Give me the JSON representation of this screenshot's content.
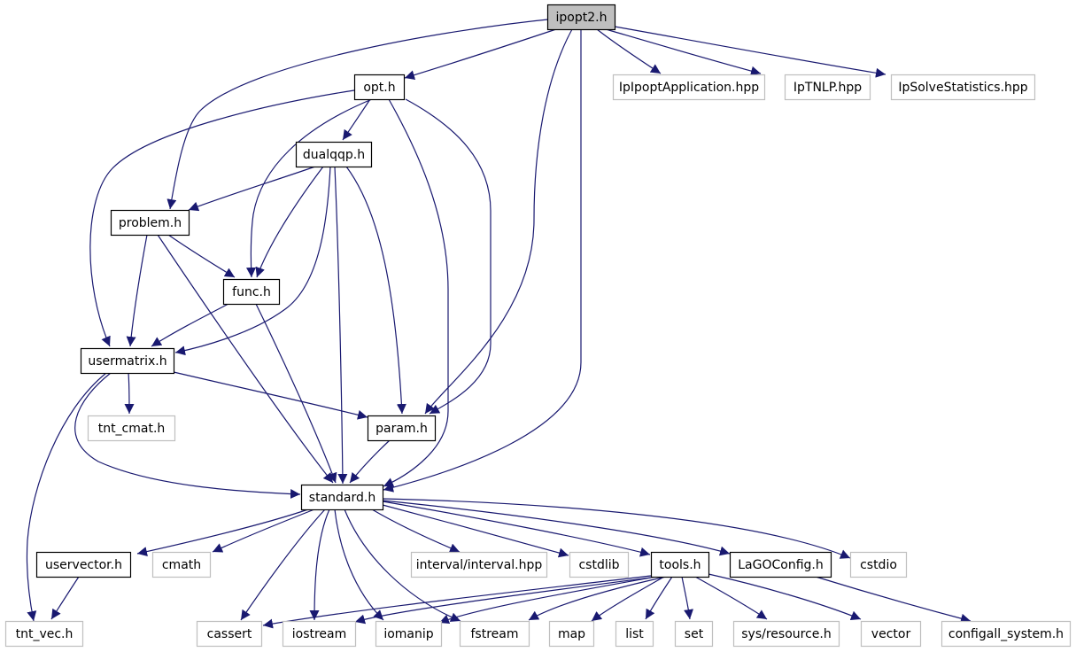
{
  "diagram": {
    "type": "include-dependency-graph",
    "colors": {
      "edge": "#191970",
      "root_fill": "#bfbfbf",
      "root_border": "#000000",
      "documented_border": "#000000",
      "external_border": "#bfbfbf",
      "external_text": "#000000"
    },
    "nodes": [
      {
        "id": "ipopt2",
        "label": "ipopt2.h",
        "kind": "root"
      },
      {
        "id": "opt",
        "label": "opt.h",
        "kind": "documented"
      },
      {
        "id": "ipipoptapp",
        "label": "IpIpoptApplication.hpp",
        "kind": "external"
      },
      {
        "id": "iptnlp",
        "label": "IpTNLP.hpp",
        "kind": "external"
      },
      {
        "id": "ipsolvestat",
        "label": "IpSolveStatistics.hpp",
        "kind": "external"
      },
      {
        "id": "dualqqp",
        "label": "dualqqp.h",
        "kind": "documented"
      },
      {
        "id": "problem",
        "label": "problem.h",
        "kind": "documented"
      },
      {
        "id": "func",
        "label": "func.h",
        "kind": "documented"
      },
      {
        "id": "usermatrix",
        "label": "usermatrix.h",
        "kind": "documented"
      },
      {
        "id": "tnt_cmat",
        "label": "tnt_cmat.h",
        "kind": "external"
      },
      {
        "id": "param",
        "label": "param.h",
        "kind": "documented"
      },
      {
        "id": "standard",
        "label": "standard.h",
        "kind": "documented"
      },
      {
        "id": "uservector",
        "label": "uservector.h",
        "kind": "documented"
      },
      {
        "id": "cmath",
        "label": "cmath",
        "kind": "external"
      },
      {
        "id": "interval",
        "label": "interval/interval.hpp",
        "kind": "external"
      },
      {
        "id": "cstdlib",
        "label": "cstdlib",
        "kind": "external"
      },
      {
        "id": "tools",
        "label": "tools.h",
        "kind": "documented"
      },
      {
        "id": "lagoconfig",
        "label": "LaGOConfig.h",
        "kind": "documented"
      },
      {
        "id": "cstdio",
        "label": "cstdio",
        "kind": "external"
      },
      {
        "id": "tnt_vec",
        "label": "tnt_vec.h",
        "kind": "external"
      },
      {
        "id": "cassert",
        "label": "cassert",
        "kind": "external"
      },
      {
        "id": "iostream",
        "label": "iostream",
        "kind": "external"
      },
      {
        "id": "iomanip",
        "label": "iomanip",
        "kind": "external"
      },
      {
        "id": "fstream",
        "label": "fstream",
        "kind": "external"
      },
      {
        "id": "map",
        "label": "map",
        "kind": "external"
      },
      {
        "id": "list",
        "label": "list",
        "kind": "external"
      },
      {
        "id": "set",
        "label": "set",
        "kind": "external"
      },
      {
        "id": "sysresource",
        "label": "sys/resource.h",
        "kind": "external"
      },
      {
        "id": "vector",
        "label": "vector",
        "kind": "external"
      },
      {
        "id": "configall",
        "label": "configall_system.h",
        "kind": "external"
      }
    ],
    "edges": [
      {
        "from": "ipopt2",
        "to": "opt"
      },
      {
        "from": "ipopt2",
        "to": "problem"
      },
      {
        "from": "ipopt2",
        "to": "param"
      },
      {
        "from": "ipopt2",
        "to": "standard"
      },
      {
        "from": "ipopt2",
        "to": "ipipoptapp"
      },
      {
        "from": "ipopt2",
        "to": "iptnlp"
      },
      {
        "from": "ipopt2",
        "to": "ipsolvestat"
      },
      {
        "from": "opt",
        "to": "dualqqp"
      },
      {
        "from": "opt",
        "to": "usermatrix"
      },
      {
        "from": "opt",
        "to": "func"
      },
      {
        "from": "opt",
        "to": "standard"
      },
      {
        "from": "opt",
        "to": "param"
      },
      {
        "from": "dualqqp",
        "to": "problem"
      },
      {
        "from": "dualqqp",
        "to": "func"
      },
      {
        "from": "dualqqp",
        "to": "usermatrix"
      },
      {
        "from": "dualqqp",
        "to": "standard"
      },
      {
        "from": "dualqqp",
        "to": "param"
      },
      {
        "from": "problem",
        "to": "func"
      },
      {
        "from": "problem",
        "to": "usermatrix"
      },
      {
        "from": "problem",
        "to": "standard"
      },
      {
        "from": "func",
        "to": "usermatrix"
      },
      {
        "from": "func",
        "to": "standard"
      },
      {
        "from": "usermatrix",
        "to": "tnt_cmat"
      },
      {
        "from": "usermatrix",
        "to": "param"
      },
      {
        "from": "usermatrix",
        "to": "standard"
      },
      {
        "from": "usermatrix",
        "to": "tnt_vec"
      },
      {
        "from": "param",
        "to": "standard"
      },
      {
        "from": "standard",
        "to": "uservector"
      },
      {
        "from": "standard",
        "to": "cmath"
      },
      {
        "from": "standard",
        "to": "cassert"
      },
      {
        "from": "standard",
        "to": "iostream"
      },
      {
        "from": "standard",
        "to": "iomanip"
      },
      {
        "from": "standard",
        "to": "fstream"
      },
      {
        "from": "standard",
        "to": "interval"
      },
      {
        "from": "standard",
        "to": "cstdlib"
      },
      {
        "from": "standard",
        "to": "tools"
      },
      {
        "from": "standard",
        "to": "lagoconfig"
      },
      {
        "from": "standard",
        "to": "cstdio"
      },
      {
        "from": "uservector",
        "to": "tnt_vec"
      },
      {
        "from": "tools",
        "to": "cassert"
      },
      {
        "from": "tools",
        "to": "iostream"
      },
      {
        "from": "tools",
        "to": "iomanip"
      },
      {
        "from": "tools",
        "to": "fstream"
      },
      {
        "from": "tools",
        "to": "map"
      },
      {
        "from": "tools",
        "to": "list"
      },
      {
        "from": "tools",
        "to": "set"
      },
      {
        "from": "tools",
        "to": "sysresource"
      },
      {
        "from": "tools",
        "to": "vector"
      },
      {
        "from": "lagoconfig",
        "to": "configall"
      }
    ]
  }
}
